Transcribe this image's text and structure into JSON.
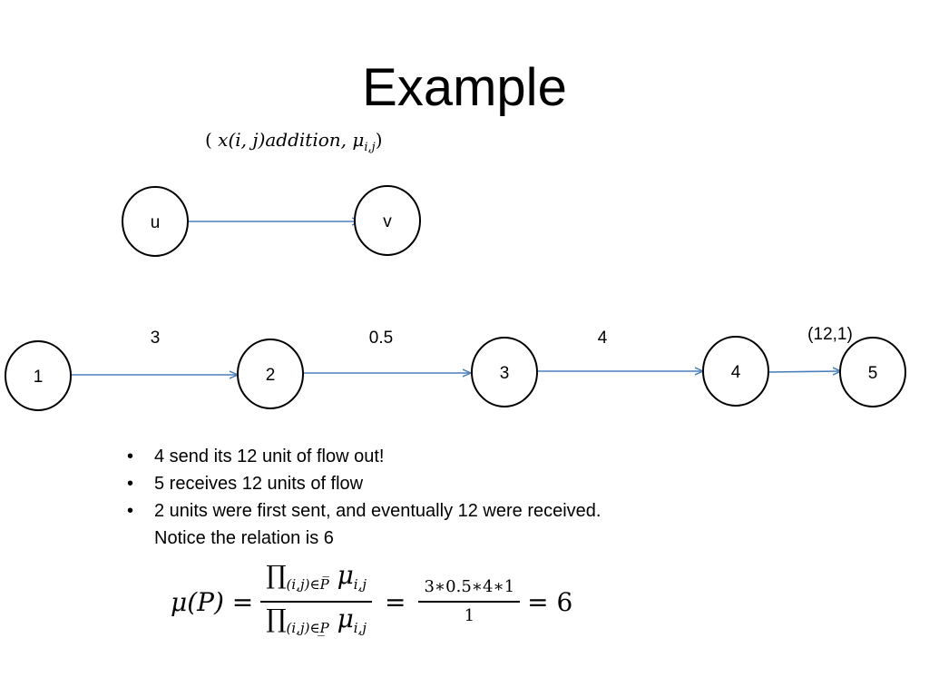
{
  "slide": {
    "title": "Example",
    "legend": {
      "open": "(",
      "x_term": "x(i, j)addition,",
      "mu": "μ",
      "mu_sub": "i,j",
      "close": ")"
    },
    "example_edge": {
      "from": "u",
      "to": "v"
    },
    "path": {
      "nodes": [
        "1",
        "2",
        "3",
        "4",
        "5"
      ],
      "edge_labels": [
        "3",
        "0.5",
        "4",
        "(12,1)"
      ]
    },
    "bullets": [
      "4 send its 12 unit of flow out!",
      "5 receives 12 units of flow",
      "2 units were first sent, and eventually 12 were received. Notice the relation is 6"
    ],
    "formula": {
      "lhs": "μ(P) =",
      "product_symbol": "∏",
      "num_sub": "(i,j)∈P̅",
      "den_sub": "(i,j)∈P̲",
      "term": "μ",
      "term_sub": "i,j",
      "eq": "=",
      "frac2_num": "3∗0.5∗4∗1",
      "frac2_den": "1",
      "result": "= 6"
    },
    "colors": {
      "edge": "#4a7ebb",
      "node_stroke": "#000000"
    }
  }
}
